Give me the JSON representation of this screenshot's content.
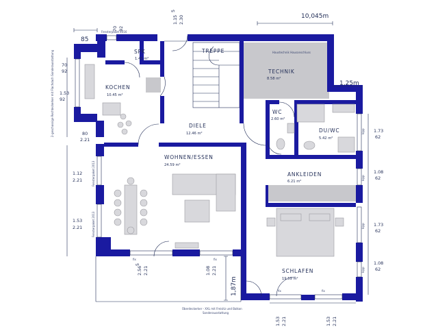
{
  "rooms": {
    "spk": {
      "name": "SPK",
      "area": "1.45 m²"
    },
    "kochen": {
      "name": "KOCHEN",
      "area": "10.45 m²"
    },
    "treppe": {
      "name": "TREPPE",
      "area": ""
    },
    "technik": {
      "name": "TECHNIK",
      "area": "8.58 m²"
    },
    "diele": {
      "name": "DIELE",
      "area": "12.46 m²"
    },
    "wc": {
      "name": "WC",
      "area": "2.60 m²"
    },
    "duwc": {
      "name": "DU/WC",
      "area": "5.42 m²"
    },
    "wohnen": {
      "name": "WOHNEN/ESSEN",
      "area": "24.59 m²"
    },
    "ankleiden": {
      "name": "ANKLEIDEN",
      "area": "6.21 m²"
    },
    "schlafen": {
      "name": "SCHLAFEN",
      "area": "19.59 m²"
    }
  },
  "dimensions": {
    "overall_width": "10,045m",
    "offset_right": "1,25m",
    "offset_left": "85",
    "bottom_depth": "1,87m",
    "top_entry": {
      "top": "1.15",
      "sup": "5",
      "bottom": "2.30"
    },
    "top_window": {
      "top": "70",
      "bottom": "92"
    },
    "left_1": {
      "top": "70",
      "bottom": "92"
    },
    "left_2": {
      "top": "1.53",
      "bottom": "92"
    },
    "left_3": {
      "top": "80",
      "bottom": "2.21"
    },
    "left_4": {
      "top": "1.12",
      "bottom": "2.21"
    },
    "left_5": {
      "top": "1.53",
      "bottom": "2.21"
    },
    "right_1": {
      "top": "1.73",
      "bottom": "62"
    },
    "right_2": {
      "top": "1.08",
      "bottom": "62"
    },
    "right_3": {
      "top": "1.73",
      "bottom": "62"
    },
    "right_4": {
      "top": "1.08",
      "bottom": "62"
    },
    "bottom_1": {
      "top": "2.56",
      "sup": "5",
      "bottom": "2.21"
    },
    "bottom_2": {
      "top": "1.08",
      "bottom": "2.21"
    },
    "bottom_3": {
      "top": "1.53",
      "bottom": "2.21"
    },
    "bottom_4": {
      "top": "1.53",
      "bottom": "2.21"
    }
  },
  "annotations": {
    "fensterpaket_top": "Fensterpaket 2016",
    "left_vertical": "2-geschossige Rechteckerker mit Flachdach Sonderausstattung",
    "fensterpaket_left1": "Fensterpaket 2013",
    "fensterpaket_left2": "Fensterpaket 2013",
    "technik_note": "Haustechnik Hausanschluss",
    "bottom_note_1": "Überdeckerker - XXL mit Freisitz und Balkon",
    "bottom_note_2": "Sonderausstattung",
    "fix": "fix",
    "kipp": "kipp"
  },
  "colors": {
    "wall": "#1a1aa0",
    "text": "#1f2b55",
    "grey_fill": "#c8c8cc"
  }
}
